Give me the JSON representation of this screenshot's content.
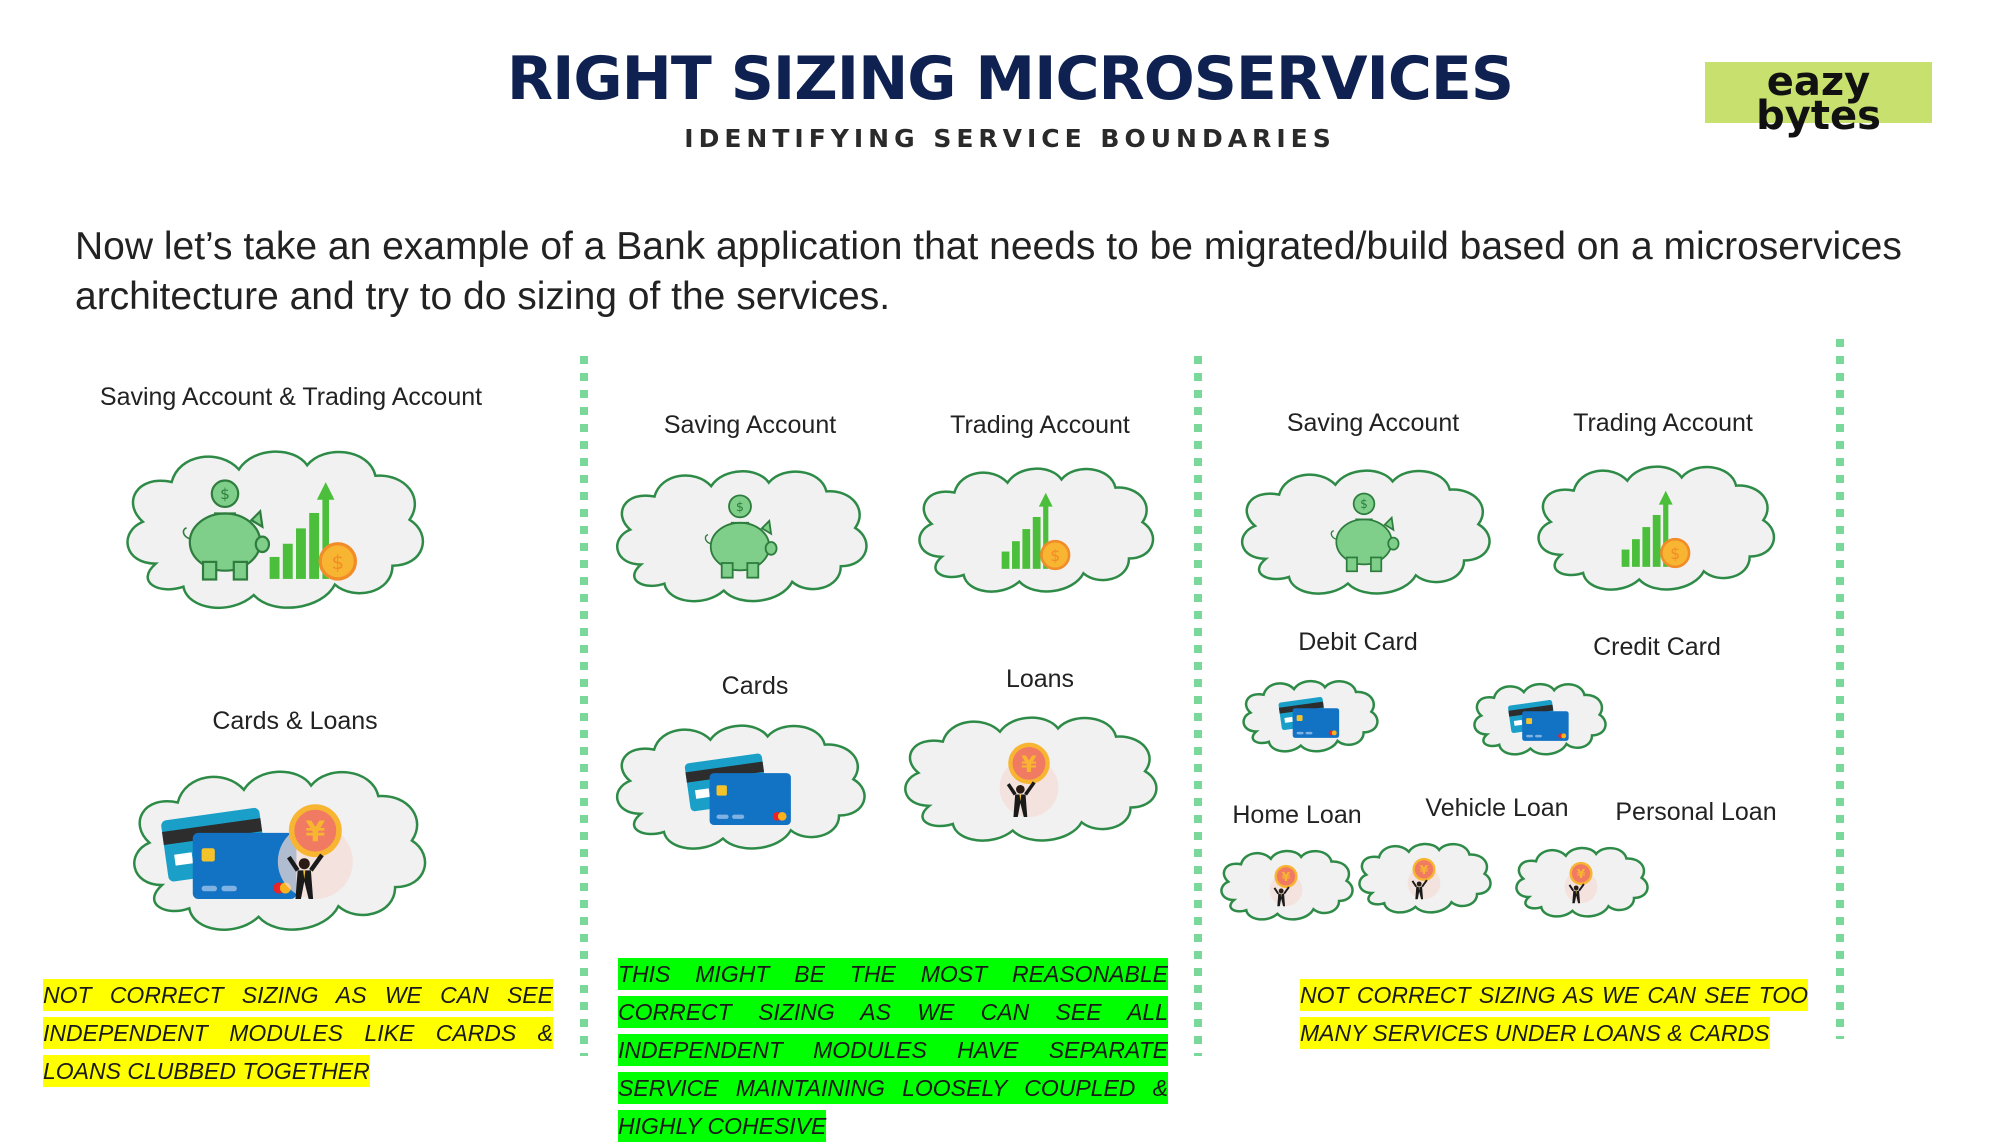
{
  "header": {
    "title": "RIGHT SIZING MICROSERVICES",
    "subtitle": "IDENTIFYING SERVICE BOUNDARIES",
    "logo": {
      "line1": "eazy",
      "line2": "bytes",
      "background": "#c8e06e"
    }
  },
  "intro": "Now let’s take an example of a Bank application that needs to be migrated/build based on a microservices architecture and try to do sizing of the services.",
  "colors": {
    "title": "#0e2150",
    "divider": "#7ad89a",
    "cloud_stroke": "#2e8b47",
    "cloud_fill": "#f1f1f1",
    "highlight_yellow": "#ffff00",
    "highlight_green": "#00ff00"
  },
  "panels": [
    {
      "services": [
        {
          "label": "Saving Account & Trading Account",
          "icons": [
            "piggy-bank-icon",
            "growth-chart-icon"
          ]
        },
        {
          "label": "Cards & Loans",
          "icons": [
            "credit-card-icon",
            "loan-coin-person-icon"
          ]
        }
      ],
      "note": "NOT CORRECT SIZING AS WE CAN SEE INDEPENDENT MODULES LIKE CARDS & LOANS CLUBBED TOGETHER",
      "note_highlight": "yellow"
    },
    {
      "services": [
        {
          "label": "Saving Account",
          "icons": [
            "piggy-bank-icon"
          ]
        },
        {
          "label": "Trading Account",
          "icons": [
            "growth-chart-icon"
          ]
        },
        {
          "label": "Cards",
          "icons": [
            "credit-card-icon"
          ]
        },
        {
          "label": "Loans",
          "icons": [
            "loan-coin-person-icon"
          ]
        }
      ],
      "note": "THIS MIGHT BE THE MOST REASONABLE CORRECT SIZING AS WE CAN SEE ALL INDEPENDENT MODULES HAVE SEPARATE SERVICE MAINTAINING LOOSELY COUPLED & HIGHLY COHESIVE",
      "note_highlight": "green"
    },
    {
      "services": [
        {
          "label": "Saving Account",
          "icons": [
            "piggy-bank-icon"
          ]
        },
        {
          "label": "Trading Account",
          "icons": [
            "growth-chart-icon"
          ]
        },
        {
          "label": "Debit Card",
          "icons": [
            "credit-card-icon"
          ]
        },
        {
          "label": "Credit Card",
          "icons": [
            "credit-card-icon"
          ]
        },
        {
          "label": "Home Loan",
          "icons": [
            "loan-coin-person-icon"
          ]
        },
        {
          "label": "Vehicle Loan",
          "icons": [
            "loan-coin-person-icon"
          ]
        },
        {
          "label": "Personal Loan",
          "icons": [
            "loan-coin-person-icon"
          ]
        }
      ],
      "note": "NOT CORRECT SIZING AS WE CAN SEE TOO MANY SERVICES UNDER LOANS & CARDS",
      "note_highlight": "yellow"
    }
  ]
}
